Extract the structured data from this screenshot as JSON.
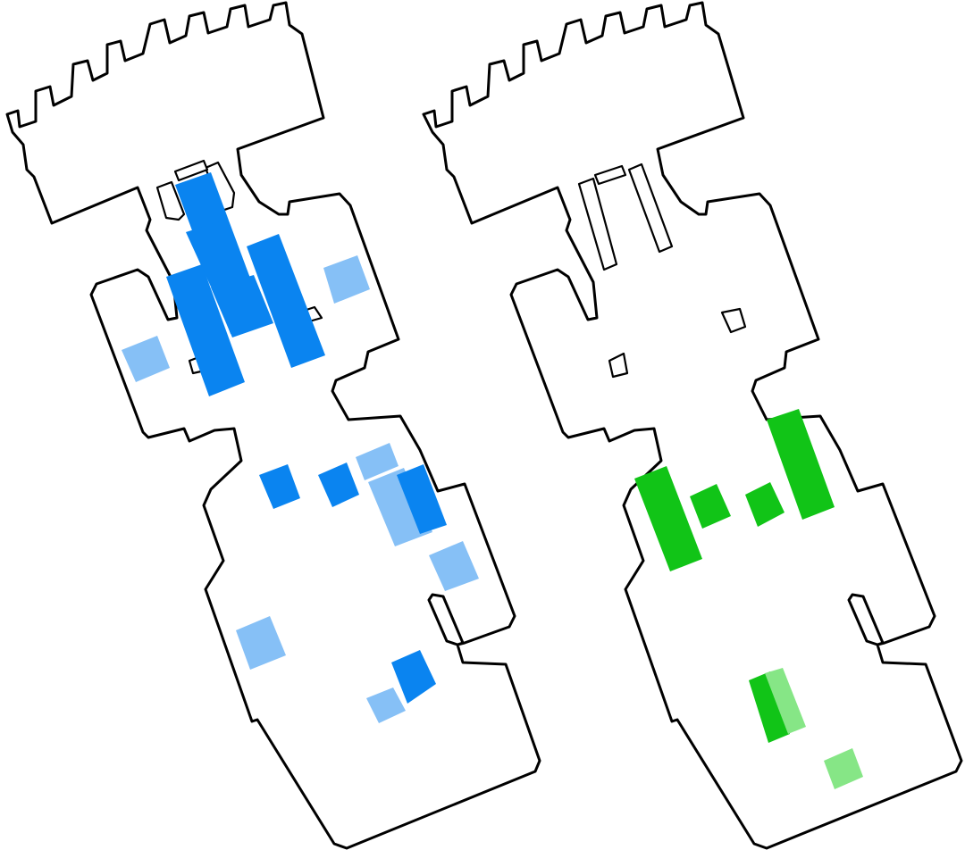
{
  "colors": {
    "background": "#ffffff",
    "outline": "#000000",
    "blue_strong": "#0a84f0",
    "blue_light": "#86c0f6",
    "green_strong": "#11c417",
    "green_light": "#86e686"
  },
  "plans": [
    {
      "name": "floor-plan-left",
      "marks": [
        {
          "shade": "strong"
        },
        {
          "shade": "strong"
        },
        {
          "shade": "strong"
        },
        {
          "shade": "strong"
        },
        {
          "shade": "strong"
        },
        {
          "shade": "light"
        },
        {
          "shade": "light"
        },
        {
          "shade": "strong"
        },
        {
          "shade": "strong"
        },
        {
          "shade": "light"
        },
        {
          "shade": "light"
        },
        {
          "shade": "strong"
        },
        {
          "shade": "light"
        },
        {
          "shade": "light"
        },
        {
          "shade": "strong"
        },
        {
          "shade": "light"
        }
      ]
    },
    {
      "name": "floor-plan-right",
      "marks": [
        {
          "shade": "strong"
        },
        {
          "shade": "strong"
        },
        {
          "shade": "strong"
        },
        {
          "shade": "strong"
        },
        {
          "shade": "strong"
        },
        {
          "shade": "light"
        },
        {
          "shade": "light"
        }
      ]
    }
  ]
}
